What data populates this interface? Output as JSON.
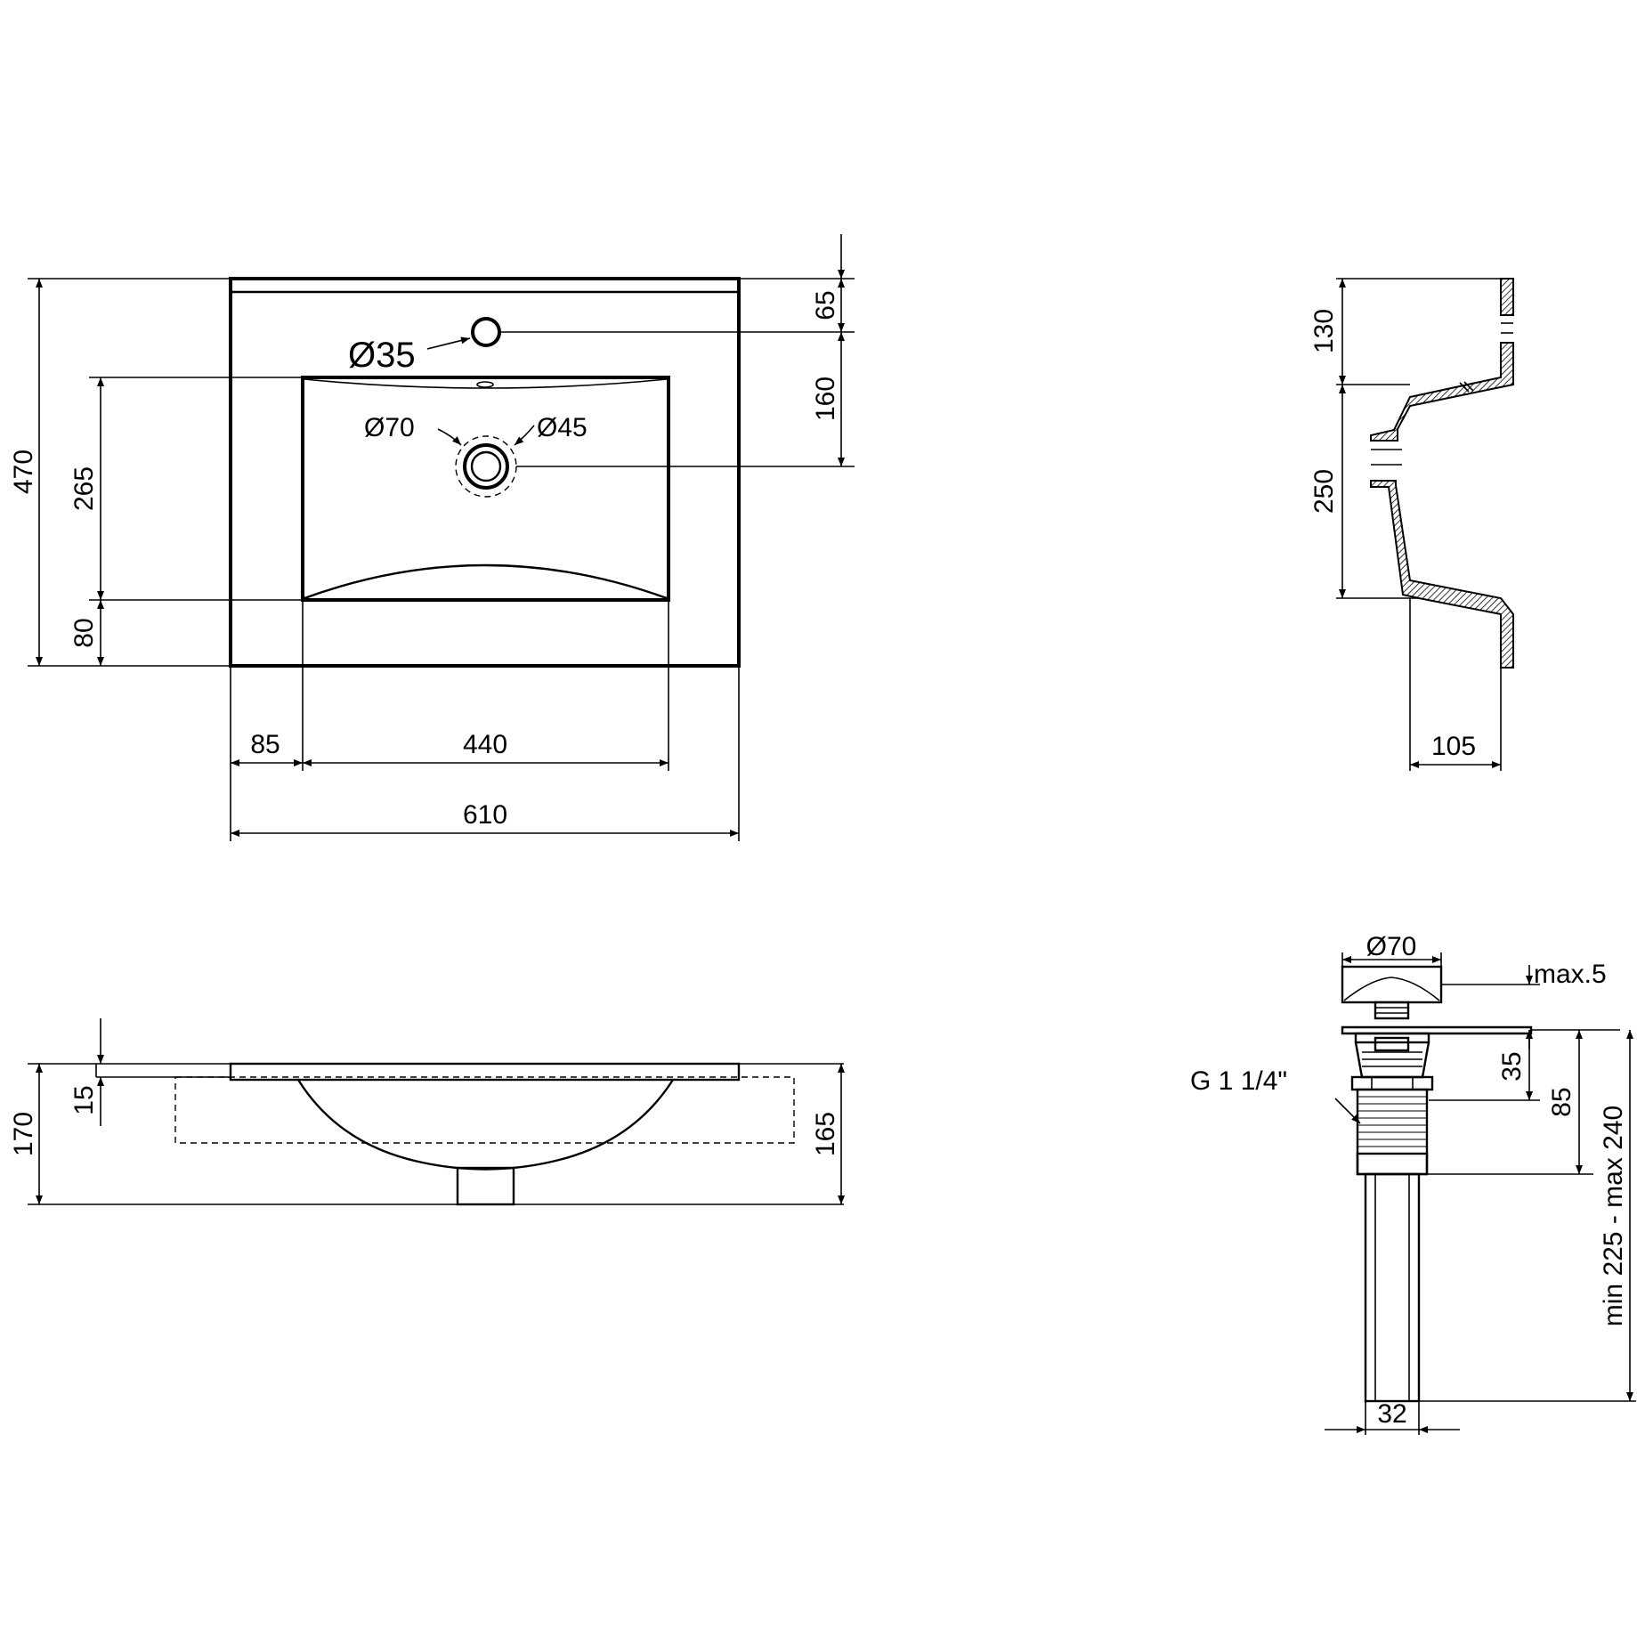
{
  "top_view": {
    "tap_hole": "Ø35",
    "drain_outer": "Ø70",
    "drain_inner": "Ø45",
    "dim_overall_depth": "470",
    "dim_bowl_depth": "265",
    "dim_front_margin": "80",
    "dim_tap_offset": "65",
    "dim_tap_to_drain": "160",
    "dim_left_margin": "85",
    "dim_bowl_width": "440",
    "dim_overall_width": "610"
  },
  "side_section": {
    "dim_rear_height": "130",
    "dim_bowl_height": "250",
    "dim_wall_depth": "105"
  },
  "front_view": {
    "dim_total_height": "170",
    "dim_rim_thickness": "15",
    "dim_bowl_height": "165"
  },
  "drain_detail": {
    "dim_cap_diameter": "Ø70",
    "dim_max_projection": "max.5",
    "dim_flange_height": "35",
    "dim_thread_length": "85",
    "dim_total_length": "min 225 - max 240",
    "thread_spec": "G 1 1/4\"",
    "dim_tail_diameter": "32"
  }
}
